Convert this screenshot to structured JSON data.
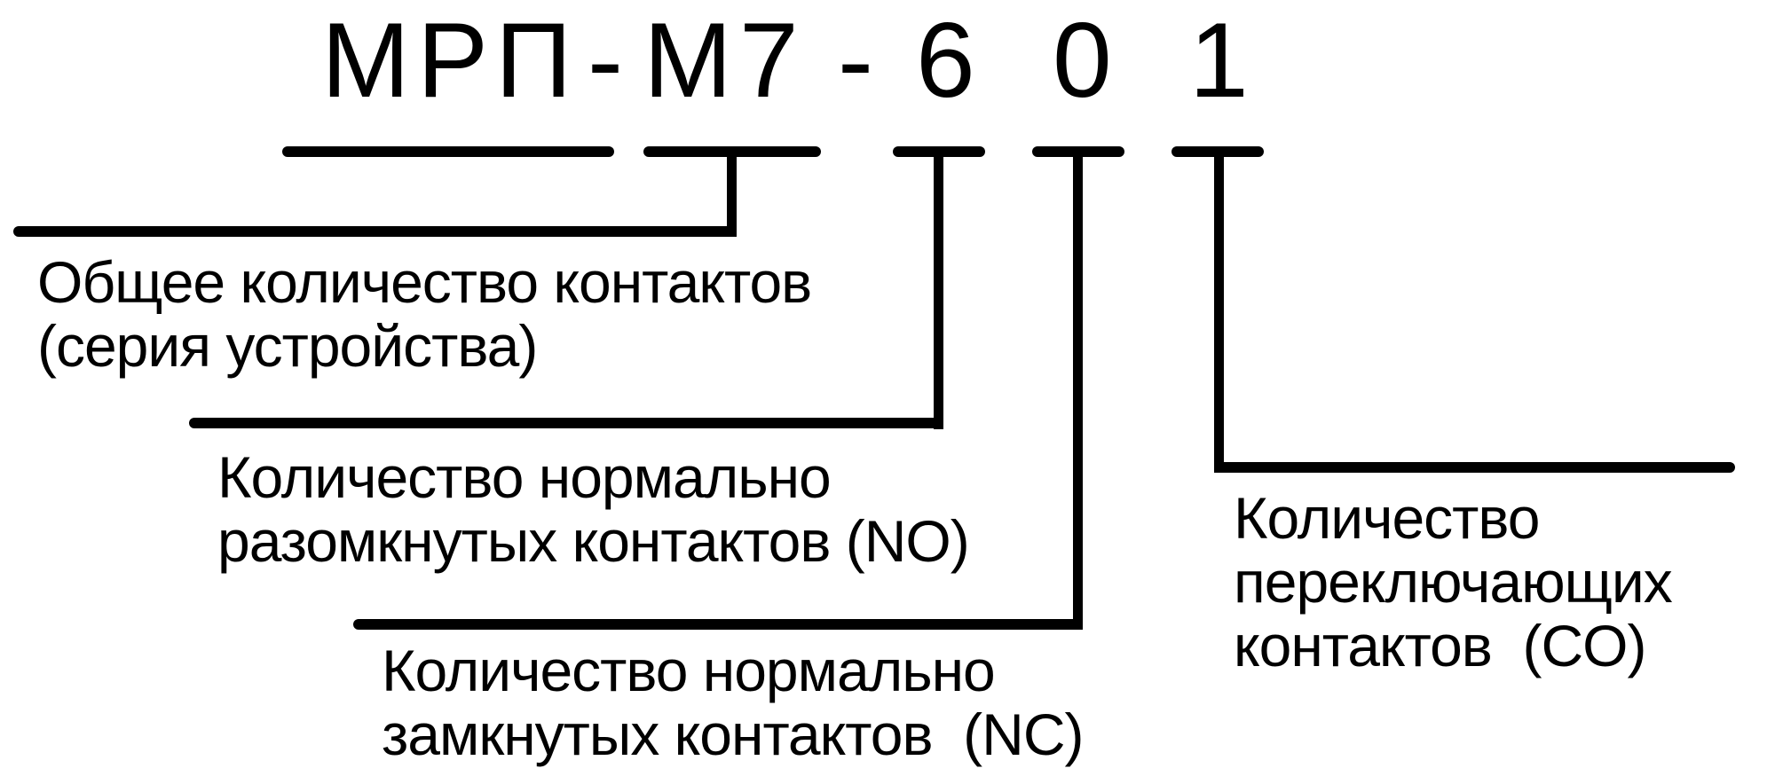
{
  "page": {
    "colors": {
      "ink": "#000000",
      "background": "#ffffff"
    }
  },
  "code": {
    "series": "МРП",
    "hyphen1": "-",
    "model": "М7",
    "hyphen2": "-",
    "digits": [
      "6",
      "0",
      "1"
    ]
  },
  "callouts": {
    "total_contacts": {
      "lines": [
        "Общее количество контактов",
        "(серия устройства)"
      ]
    },
    "normally_open": {
      "lines": [
        "Количество нормально",
        "разомкнутых контактов (NO)"
      ]
    },
    "normally_closed": {
      "lines": [
        "Количество нормально",
        "замкнутых контактов  (NC)"
      ]
    },
    "changeover": {
      "lines": [
        "Количество",
        "переключающих",
        "контактов  (CO)"
      ]
    }
  }
}
